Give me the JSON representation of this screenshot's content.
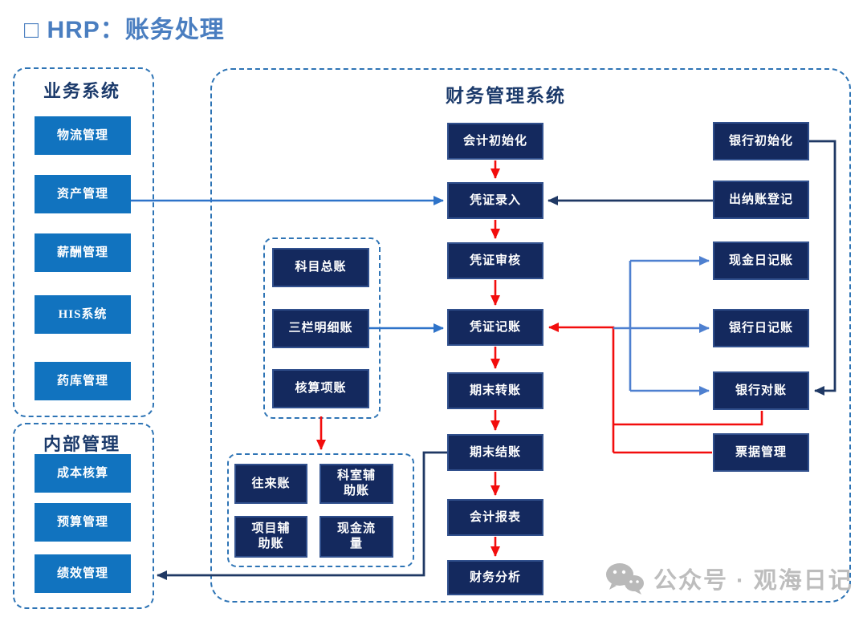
{
  "title": "□ HRP：账务处理",
  "colors": {
    "title_blue": "#4a7ec0",
    "bright_blue_box": "#1173bf",
    "navy_box": "#14295e",
    "navy_box_border": "#31508d",
    "dashed_border": "#2e74b5",
    "arrow_red": "#f20d0d",
    "arrow_link_blue": "#2e73c9",
    "arrow_branch_blue": "#4e80d0",
    "arrow_navy": "#1f3864",
    "watermark_gray": "#bdbdbd"
  },
  "business_panel": {
    "title": "业务系统",
    "items": [
      "物流管理",
      "资产管理",
      "薪酬管理",
      "HIS系统",
      "药库管理"
    ]
  },
  "internal_panel": {
    "title": "内部管理",
    "items": [
      "成本核算",
      "预算管理",
      "绩效管理"
    ]
  },
  "finance_panel": {
    "title": "财务管理系统"
  },
  "main_flow": [
    "会计初始化",
    "凭证录入",
    "凭证审核",
    "凭证记账",
    "期末转账",
    "期末结账",
    "会计报表",
    "财务分析"
  ],
  "right_nodes": [
    "银行初始化",
    "出纳账登记",
    "现金日记账",
    "银行日记账",
    "银行对账",
    "票据管理"
  ],
  "subledger_nodes": [
    "科目总账",
    "三栏明细账",
    "核算项账"
  ],
  "auxiliary_nodes": [
    "往来账",
    "科室辅助账",
    "项目辅助账",
    "现金流量"
  ],
  "watermark": {
    "icon": "wechat-icon",
    "text": "公众号 · 观海日记"
  }
}
